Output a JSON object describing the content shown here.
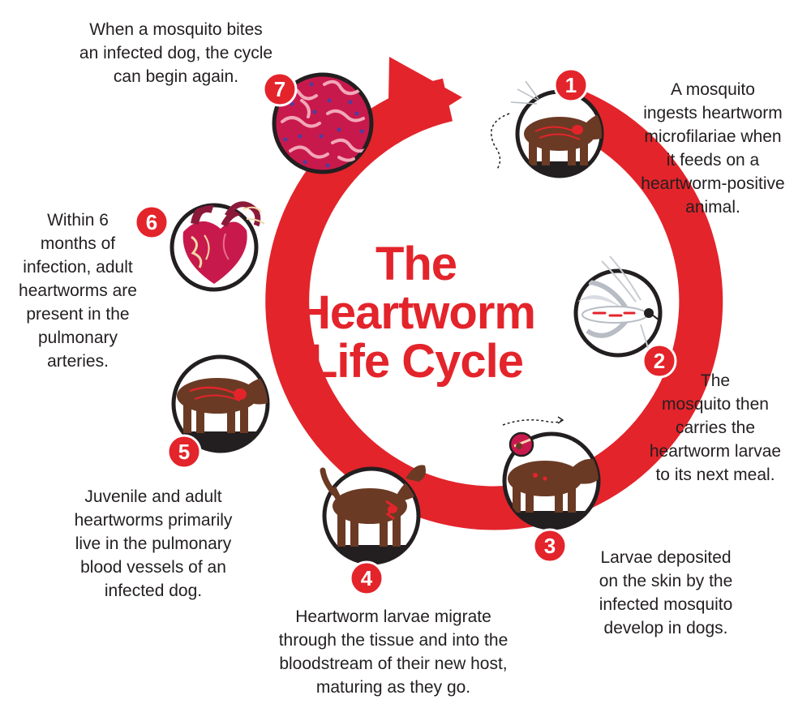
{
  "title": {
    "line1": "The",
    "line2": "Heartworm",
    "line3": "Life Cycle"
  },
  "colors": {
    "ring": "#e3242b",
    "title": "#e3242b",
    "dog": "#6b3a24",
    "badge_fill": "#e3242b",
    "badge_text": "#ffffff",
    "outline": "#231f20",
    "worm": "#f2a7b8",
    "blood": "#c8194d",
    "dot": "#4a3fa0",
    "text": "#231f20"
  },
  "steps": [
    {
      "number": "1",
      "icon": "dog-with-mosquito-icon",
      "text": "A mosquito\ningests heartworm\nmicrofilariae when\nit feeds on a\nheartworm-positive\nanimal."
    },
    {
      "number": "2",
      "icon": "mosquito-with-larvae-icon",
      "text": "The\nmosquito then\ncarries the\nheartworm larvae\nto its next meal."
    },
    {
      "number": "3",
      "icon": "dog-bitten-icon",
      "text": "Larvae deposited\non the skin by the\ninfected mosquito\ndevelop in dogs."
    },
    {
      "number": "4",
      "icon": "dog-larvae-migrating-icon",
      "text": "Heartworm larvae migrate\nthrough the tissue and into the\nbloodstream of their new host,\nmaturing as they go."
    },
    {
      "number": "5",
      "icon": "dog-infected-icon",
      "text": "Juvenile and adult\nheartworms primarily\nlive in the pulmonary\nblood vessels of an\ninfected dog."
    },
    {
      "number": "6",
      "icon": "infected-heart-icon",
      "text": "Within 6\nmonths of\ninfection, adult\nheartworms are\npresent in the\npulmonary\narteries."
    },
    {
      "number": "7",
      "icon": "microfilariae-blood-icon",
      "text": "When a mosquito bites\nan infected dog, the cycle\ncan begin again."
    }
  ]
}
